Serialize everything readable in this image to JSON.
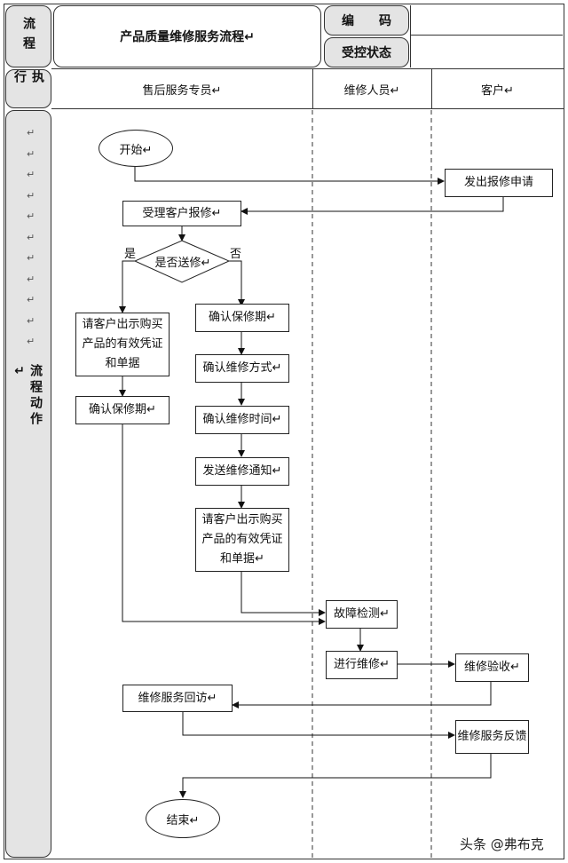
{
  "header": {
    "left_label": "流程",
    "title": "产品质量维修服务流程↵",
    "code_label": "编　　码",
    "status_label": "受控状态"
  },
  "execution": {
    "left_label": "执行",
    "lanes": [
      "售后服务专员↵",
      "维修人员↵",
      "客户↵"
    ]
  },
  "body": {
    "left_label": "流程动作↵",
    "return_marks": [
      "↵",
      "↵",
      "↵",
      "↵",
      "↵",
      "↵",
      "↵",
      "↵",
      "↵",
      "↵",
      "↵"
    ]
  },
  "flow": {
    "start": "开始↵",
    "apply_repair": "发出报修申请",
    "accept_repair": "受理客户报修↵",
    "decision": "是否送修↵",
    "yes": "是",
    "no": "否",
    "show_voucher_left": "请客户出示购买产品的有效凭证和单据",
    "confirm_warranty_left": "确认保修期↵",
    "confirm_warranty": "确认保修期↵",
    "confirm_method": "确认维修方式↵",
    "confirm_time": "确认维修时间↵",
    "send_notice": "发送维修通知↵",
    "show_voucher_right": "请客户出示购买产品的有效凭证和单据↵",
    "fault_detect": "故障检测↵",
    "do_repair": "进行维修↵",
    "acceptance": "维修验收↵",
    "revisit": "维修服务回访↵",
    "feedback": "维修服务反馈",
    "end": "结束↵"
  },
  "watermark": "头条 @弗布克"
}
